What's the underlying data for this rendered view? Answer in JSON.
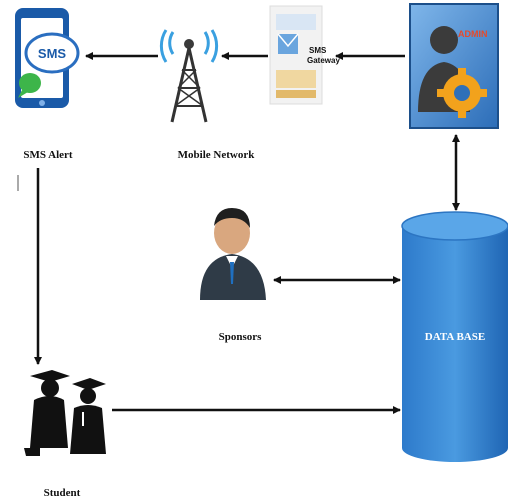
{
  "nodes": {
    "sms_alert": {
      "label": "SMS Alert",
      "screen_text": "SMS"
    },
    "mobile_network": {
      "label": "Mobile Network"
    },
    "sms_gateway": {
      "label_line1": "SMS",
      "label_line2": "Gateway"
    },
    "admin": {
      "badge": "ADMIN"
    },
    "database": {
      "label": "DATA BASE"
    },
    "sponsors": {
      "label": "Sponsors"
    },
    "student": {
      "label": "Student"
    }
  },
  "colors": {
    "arrow": "#111111",
    "db_fill_top": "#3f8fd8",
    "db_fill_bottom": "#1f68b8",
    "phone_body": "#1a5aa8",
    "tower": "#333333",
    "signal": "#3aa0e0",
    "admin_bg": "#2f70b8",
    "gear": "#f2a21c",
    "badge": "#e64a2b"
  }
}
